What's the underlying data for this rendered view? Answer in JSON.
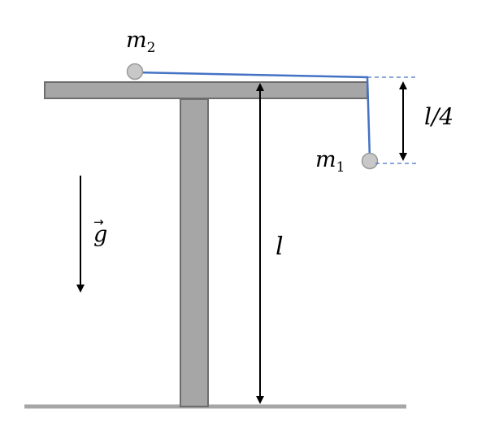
{
  "labels": {
    "m2": "m",
    "m2_sub": "2",
    "m1": "m",
    "m1_sub": "1",
    "quarter_length": "l/4",
    "length": "l",
    "gravity": "g",
    "vector_arrow": "→"
  },
  "colors": {
    "table": "#a6a6a6",
    "table_stroke": "#6d6d6d",
    "string": "#4472c4",
    "mass": "#c8c8c8",
    "mass_stroke": "#9a9a9a",
    "arrow": "#000000",
    "ground": "#a6a6a6"
  }
}
